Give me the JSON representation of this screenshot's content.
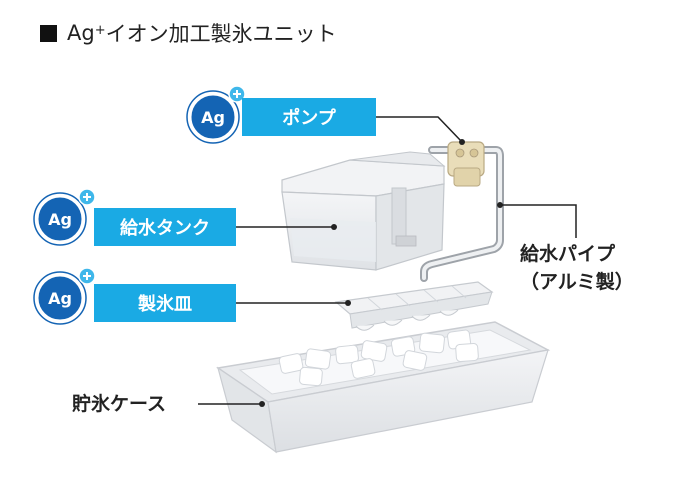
{
  "header": {
    "title_prefix": "Ag",
    "title_sup": "+",
    "title_rest": "イオン加工製氷ユニット"
  },
  "badges": [
    {
      "icon": "Ag",
      "label": "ポンプ"
    },
    {
      "icon": "Ag",
      "label": "給水タンク"
    },
    {
      "icon": "Ag",
      "label": "製氷皿"
    }
  ],
  "callouts": {
    "pipe_line1": "給水パイプ",
    "pipe_line2": "（アルミ製）",
    "case": "貯氷ケース"
  },
  "colors": {
    "badge_blue": "#1aaae4",
    "circle_dark": "#1464b4",
    "plus_blue": "#3fb7ea"
  }
}
